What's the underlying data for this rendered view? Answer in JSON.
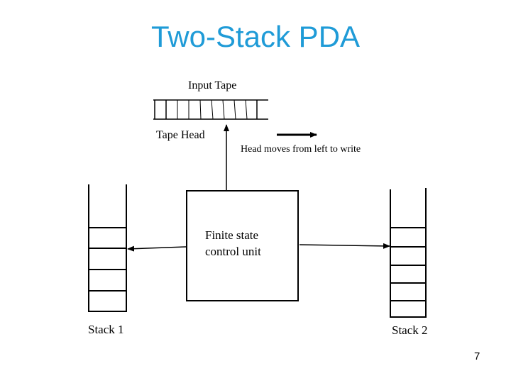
{
  "slide": {
    "title": "Two-Stack PDA",
    "page_number": "7"
  },
  "diagram": {
    "input_tape_label": "Input Tape",
    "tape_head_label": "Tape Head",
    "head_direction_label": "Head moves from left to write",
    "control_unit_label_line1": "Finite state",
    "control_unit_label_line2": "control unit",
    "stack1_label": "Stack 1",
    "stack2_label": "Stack 2"
  },
  "colors": {
    "title": "#1f9bd7",
    "lines": "#000000",
    "background": "#ffffff"
  }
}
